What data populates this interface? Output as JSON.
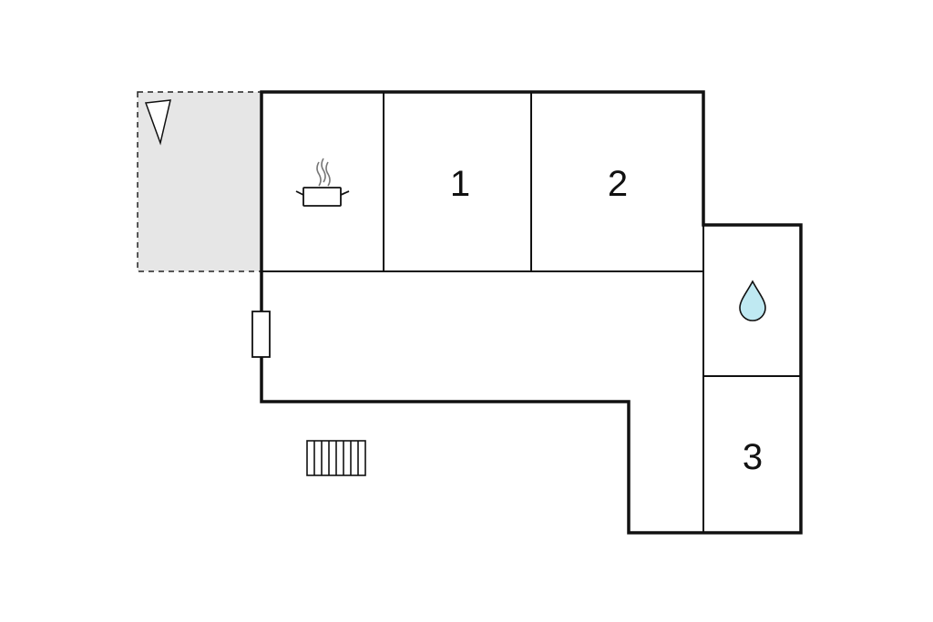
{
  "floorplan": {
    "rooms": [
      {
        "id": "kitchen",
        "label": "",
        "icon": "cooking-pot-icon"
      },
      {
        "id": "bedroom-1",
        "label": "1"
      },
      {
        "id": "bedroom-2",
        "label": "2"
      },
      {
        "id": "bathroom",
        "label": "",
        "icon": "water-drop-icon"
      },
      {
        "id": "bedroom-3",
        "label": "3"
      },
      {
        "id": "hallway",
        "label": ""
      }
    ],
    "terrace": {
      "icon": "compass-north-icon"
    },
    "symbols": [
      "door-icon",
      "heater-radiator-icon"
    ],
    "colors": {
      "wall": "#111111",
      "terrace_fill": "#e6e6e6",
      "water_drop": "#bfe9f2"
    }
  }
}
